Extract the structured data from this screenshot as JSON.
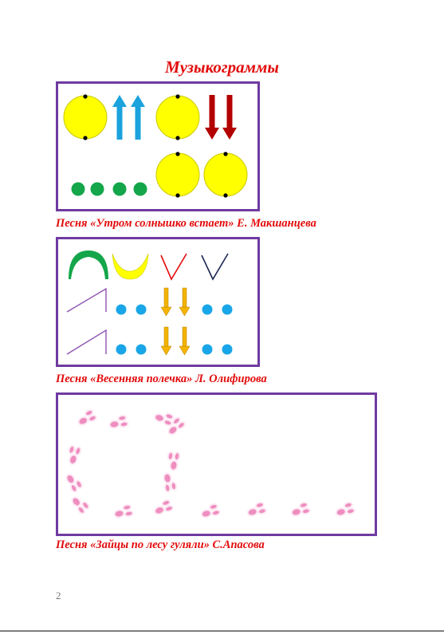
{
  "page": {
    "title": "Музыкограммы",
    "page_number": "2"
  },
  "songs": [
    {
      "caption": "Песня «Утром солнышко встает» Е. Макшанцева"
    },
    {
      "caption": "Песня «Весенняя полечка» Л. Олифирова"
    },
    {
      "caption": "Песня «Зайцы по лесу гуляли» С.Апасова"
    }
  ],
  "colors": {
    "frame": "#6f3aa1",
    "caption": "#e30b0b",
    "sun": "#ffff00",
    "arrow_up": "#1aa3dd",
    "arrow_down": "#b30000",
    "green_dot": "#13a64a",
    "blue_dot": "#19a6e8",
    "yellow_arrow": "#f4b400",
    "paw": "#ee8ec0"
  }
}
